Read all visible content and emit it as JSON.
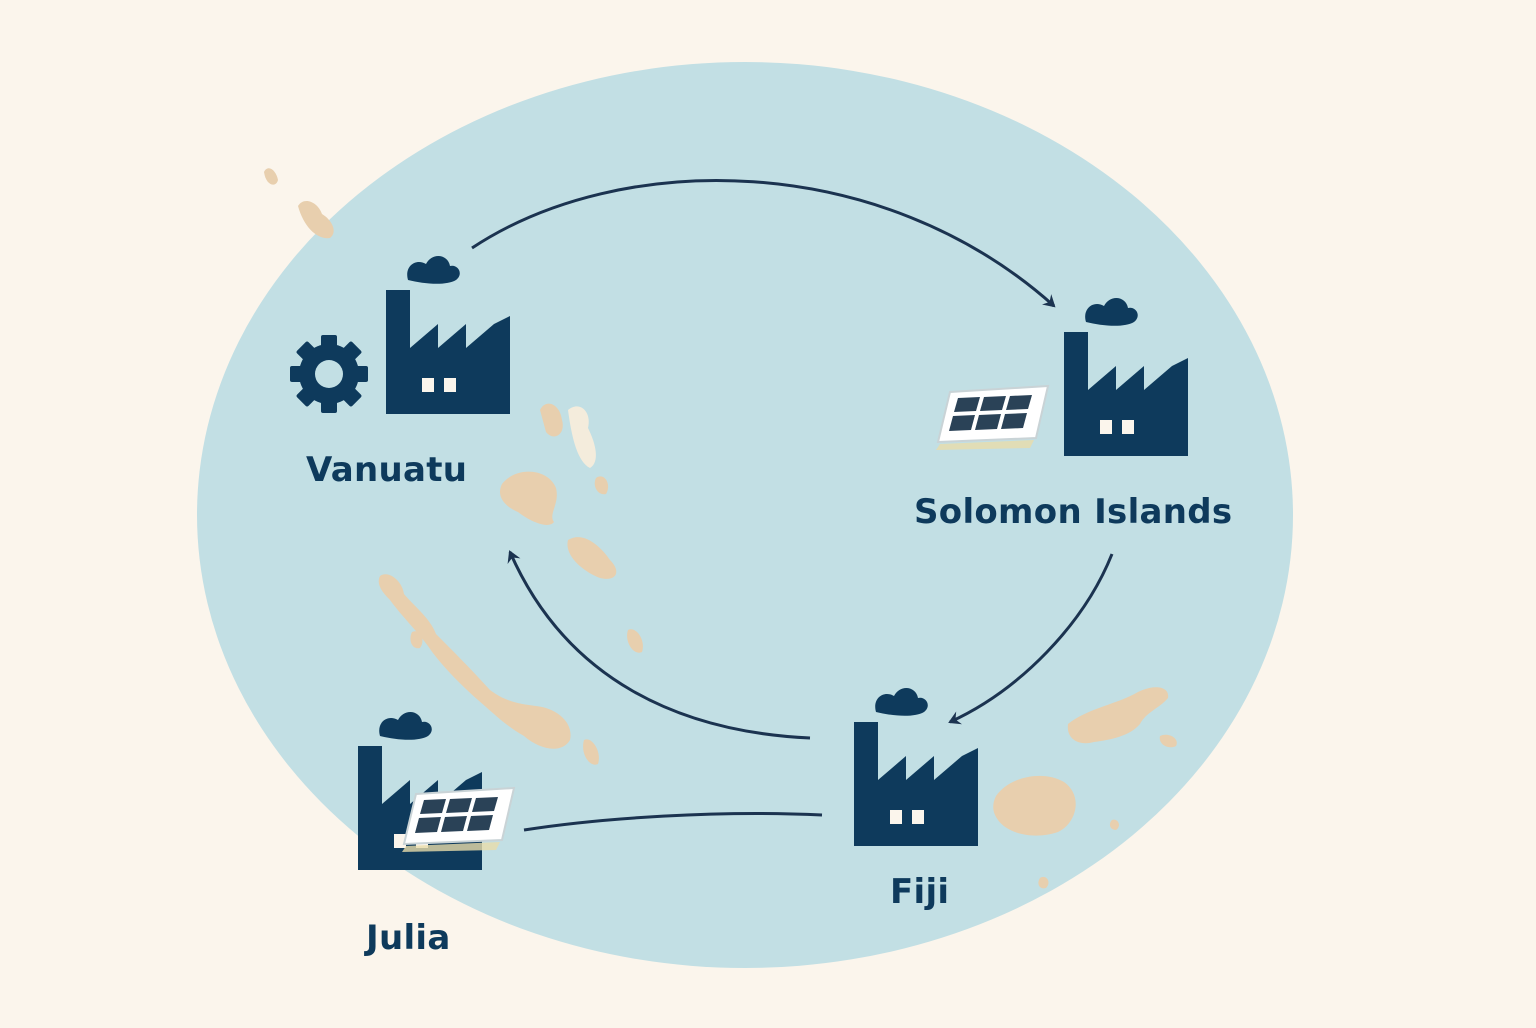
{
  "nodes": [
    {
      "id": "vanuatu",
      "label": "Vanuatu"
    },
    {
      "id": "solomon",
      "label": "Solomon Islands"
    },
    {
      "id": "fiji",
      "label": "Fiji"
    },
    {
      "id": "julia",
      "label": "Julia"
    }
  ],
  "colors": {
    "background": "#fbf5ec",
    "ocean": "#c2dfe4",
    "icon": "#0e3a5c",
    "land": "#e8cfae",
    "arrow": "#1b3350"
  },
  "icons": [
    "factory-icon",
    "gear-icon",
    "solar-panel-icon",
    "island-shape"
  ]
}
